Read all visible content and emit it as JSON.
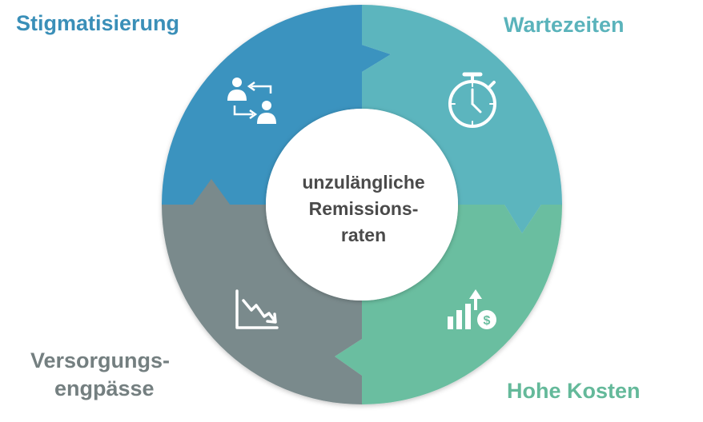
{
  "center": {
    "line1": "unzulängliche",
    "line2": "Remissions-",
    "line3": "raten"
  },
  "segments": [
    {
      "id": "top-left",
      "label": "Stigmatisierung",
      "color": "#3a93bf",
      "icon": "people-exchange-icon"
    },
    {
      "id": "top-right",
      "label": "Wartezeiten",
      "color": "#5bb5be",
      "icon": "stopwatch-icon"
    },
    {
      "id": "bottom-right",
      "label": "Hohe Kosten",
      "color": "#6bbea0",
      "icon": "rising-cost-icon"
    },
    {
      "id": "bottom-left",
      "label_line1": "Versorgungs-",
      "label_line2": "engpässe",
      "color": "#7a8a8c",
      "icon": "declining-chart-icon"
    }
  ],
  "label_colors": {
    "top-left": "#3a8fb8",
    "top-right": "#5ab3bb",
    "bottom-right": "#64b99a",
    "bottom-left": "#747f80"
  }
}
